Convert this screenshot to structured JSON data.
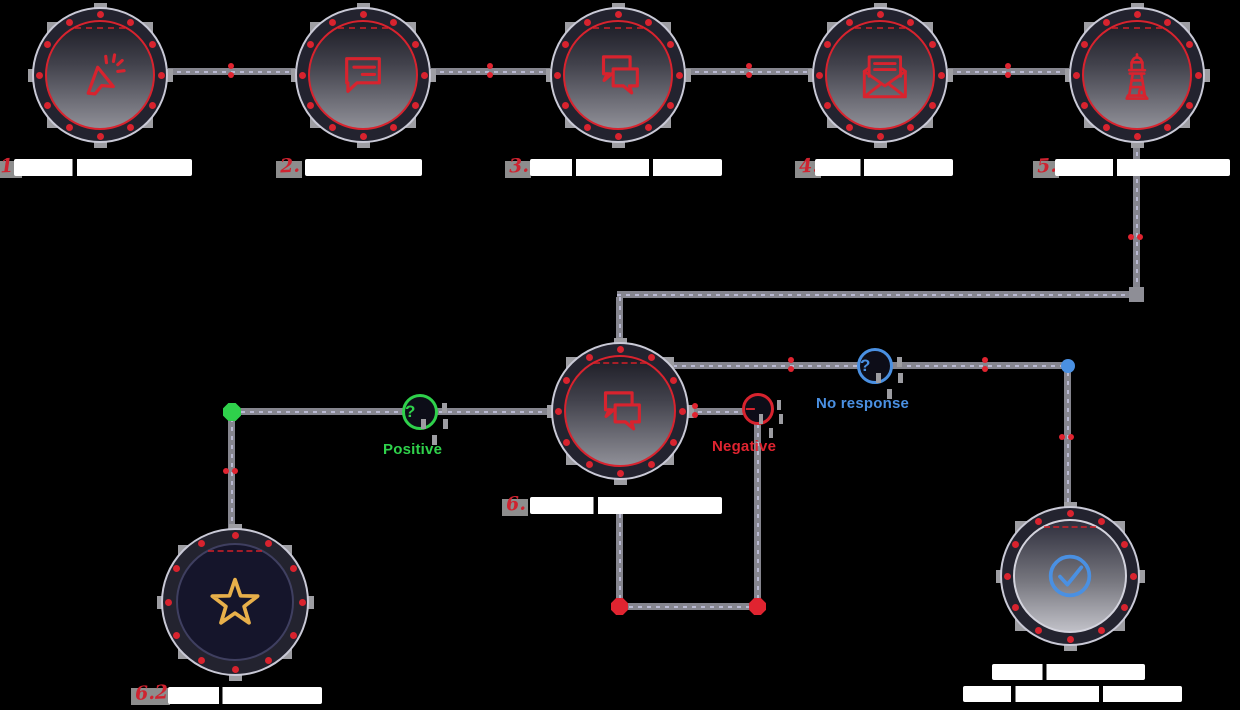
{
  "canvas": {
    "background": "#000000"
  },
  "nodes": [
    {
      "id": "step-1",
      "number": "1.",
      "icon": "cursor-click-icon"
    },
    {
      "id": "step-2",
      "number": "2.",
      "icon": "chat-message-icon"
    },
    {
      "id": "step-3",
      "number": "3.",
      "icon": "chat-bubbles-icon"
    },
    {
      "id": "step-4",
      "number": "4.",
      "icon": "envelope-open-icon"
    },
    {
      "id": "step-5",
      "number": "5.",
      "icon": "lighthouse-icon"
    },
    {
      "id": "step-6",
      "number": "6.",
      "icon": "chat-bubbles-icon"
    },
    {
      "id": "step-6-2",
      "number": "6.2",
      "icon": "star-icon"
    },
    {
      "id": "finish",
      "icon": "check-circle-icon"
    }
  ],
  "branches": {
    "positive": {
      "label": "Positive",
      "marker": "?",
      "color": "#2fd14b"
    },
    "negative": {
      "label": "Negative",
      "marker": "−",
      "color": "#e02430"
    },
    "no_response": {
      "label": "No response",
      "marker": "?",
      "color": "#4a90e2"
    }
  },
  "colors": {
    "accent_red": "#d8232e",
    "connector_gray": "#85858e",
    "green": "#2fd14b",
    "blue": "#4a90e2",
    "gold": "#e8b04a",
    "white": "#ffffff"
  }
}
